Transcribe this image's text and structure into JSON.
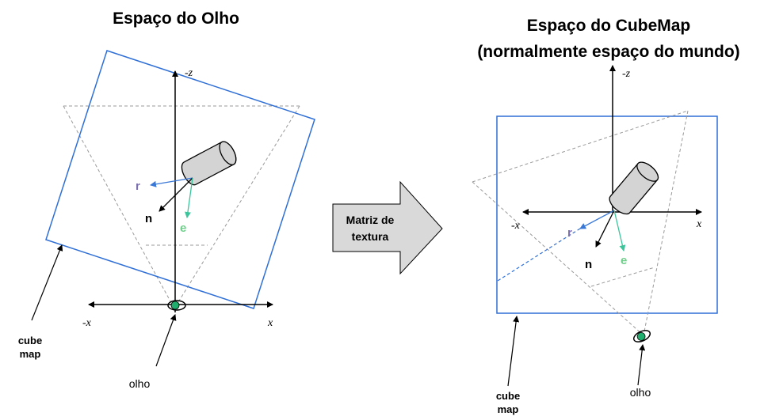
{
  "left_panel": {
    "title": "Espaço do Olho",
    "axis_neg_z": "-z",
    "axis_neg_x": "-x",
    "axis_x": "x",
    "vector_r": "r",
    "vector_n": "n",
    "vector_e": "e",
    "cube_map_label_line1": "cube",
    "cube_map_label_line2": "map",
    "eye_label": "olho"
  },
  "transform_arrow": {
    "label_line1": "Matriz de",
    "label_line2": "textura"
  },
  "right_panel": {
    "title_line1": "Espaço do CubeMap",
    "title_line2": "(normalmente espaço do mundo)",
    "axis_neg_z": "-z",
    "axis_neg_x": "-x",
    "axis_x": "x",
    "vector_r": "r",
    "vector_n": "n",
    "vector_e": "e",
    "cube_map_label_line1": "cube",
    "cube_map_label_line2": "map",
    "eye_label": "olho"
  },
  "colors": {
    "cube_map_outline": "#2f6fd6",
    "frustum_dashed": "#9a9a9a",
    "vector_r": "#3a78d8",
    "vector_r_text": "#7b6fb0",
    "vector_e": "#3cc49a",
    "vector_e_text": "#6fcf8a",
    "eye_fill": "#1fae6e",
    "object_fill": "#d4d4d4",
    "transform_arrow_fill": "#d9d9d9"
  },
  "icons": {
    "eye": "eye-icon",
    "object": "cylinder-object"
  }
}
